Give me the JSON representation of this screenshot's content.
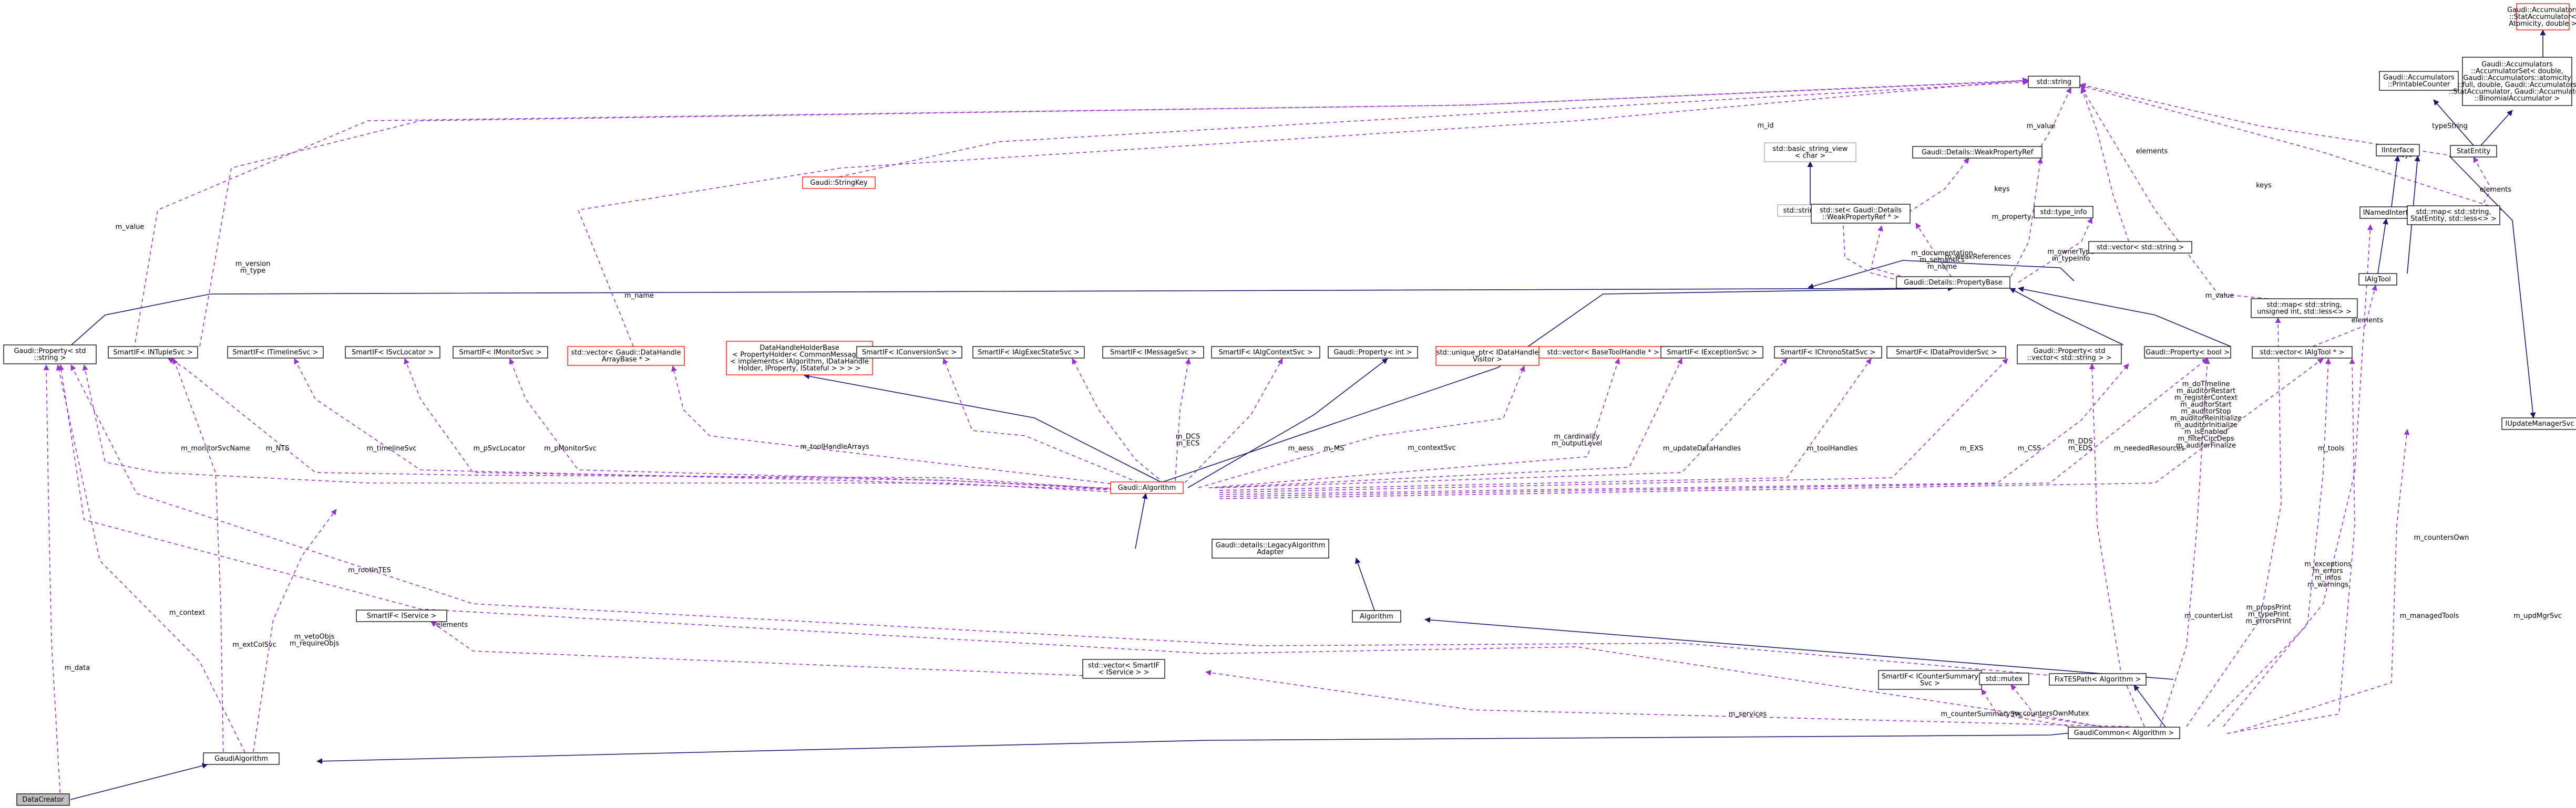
{
  "colors": {
    "inheritance": "#191970",
    "usage": "#9a32cd",
    "node_border": "#000000",
    "undocumented_border": "#ff0000",
    "external_border": "#a0a0a0",
    "root_fill": "#bfbfbf"
  },
  "nodes": {
    "datacreator": [
      "DataCreator"
    ],
    "gaudialgorithm": [
      "GaudiAlgorithm"
    ],
    "prop_string": [
      "Gaudi::Property< std",
      "::string >"
    ],
    "smart_intuple": [
      "SmartIF< INTupleSvc >"
    ],
    "smart_timeline": [
      "SmartIF< ITimelineSvc >"
    ],
    "smart_svclocator": [
      "SmartIF< ISvcLocator >"
    ],
    "smart_monitor": [
      "SmartIF< IMonitorSvc >"
    ],
    "vec_datahandle": [
      "std::vector< Gaudi::DataHandle",
      "ArrayBase * >"
    ],
    "datahandleholder": [
      "DataHandleHolderBase",
      "< PropertyHolder< CommonMessaging",
      "< implements< IAlgorithm, IDataHandle",
      "Holder, IProperty, IStateful > > > >"
    ],
    "smart_conversion": [
      "SmartIF< IConversionSvc >"
    ],
    "smart_algexec": [
      "SmartIF< IAlgExecStateSvc >"
    ],
    "smart_message": [
      "SmartIF< IMessageSvc >"
    ],
    "smart_algcontext": [
      "SmartIF< IAlgContextSvc >"
    ],
    "prop_int": [
      "Gaudi::Property< int >"
    ],
    "unique_visitor": [
      "std::unique_ptr< IDataHandle",
      "Visitor >"
    ],
    "vec_basetoolhandle": [
      "std::vector< BaseToolHandle * >"
    ],
    "smart_exception": [
      "SmartIF< IExceptionSvc >"
    ],
    "smart_chrono": [
      "SmartIF< IChronoStatSvc >"
    ],
    "smart_dataprovider": [
      "SmartIF< IDataProviderSvc >"
    ],
    "prop_vecstring": [
      "Gaudi::Property< std",
      "::vector< std::string > >"
    ],
    "prop_bool": [
      "Gaudi::Property< bool >"
    ],
    "vec_algtool": [
      "std::vector< IAlgTool * >"
    ],
    "gaudi_algorithm": [
      "Gaudi::Algorithm"
    ],
    "legacy_adapter": [
      "Gaudi::details::LegacyAlgorithm",
      "Adapter"
    ],
    "algorithm": [
      "Algorithm"
    ],
    "smart_iservice": [
      "SmartIF< IService >"
    ],
    "vec_smart_iservice": [
      "std::vector< SmartIF",
      "< IService > >"
    ],
    "stringkey": [
      "Gaudi::StringKey"
    ],
    "std_string": [
      "std::string"
    ],
    "basic_string_view": [
      "std::basic_string_view",
      "< char >"
    ],
    "string_view": [
      "std::string_view"
    ],
    "weakpropref": [
      "Gaudi::Details::WeakPropertyRef"
    ],
    "set_weakpropref": [
      "std::set< Gaudi::Details",
      "::WeakPropertyRef * >"
    ],
    "type_info": [
      "std::type_info"
    ],
    "propertybase": [
      "Gaudi::Details::PropertyBase"
    ],
    "vec_string": [
      "std::vector< std::string >"
    ],
    "map_string_uint": [
      "std::map< std::string,",
      "unsigned int, std::less<> >"
    ],
    "ialgtool": [
      "IAlgTool"
    ],
    "inamedinterface": [
      "INamedInterface"
    ],
    "interface": [
      "IInterface"
    ],
    "printablecounter": [
      "Gaudi::Accumulators",
      "::PrintableCounter"
    ],
    "statentity": [
      "StatEntity"
    ],
    "accumulatorset": [
      "Gaudi::Accumulators",
      "::AccumulatorSet< double,",
      "Gaudi::Accumulators::atomicity",
      "::full, double, Gaudi::Accumulators",
      "::StatAccumulator, Gaudi::Accumulators",
      "::BinomialAccumulator >"
    ],
    "stataccumulator": [
      "Gaudi::Accumulators",
      "::StatAccumulator<",
      "Atomicity, double >"
    ],
    "map_string_statentity": [
      "std::map< std::string,",
      "StatEntity, std::less<> >"
    ],
    "iupdatemanagersvc": [
      "IUpdateManagerSvc"
    ],
    "smart_icounter": [
      "SmartIF< ICounterSummary",
      "Svc >"
    ],
    "std_mutex": [
      "std::mutex"
    ],
    "fixtespath": [
      "FixTESPath< Algorithm >"
    ],
    "gaudicommon": [
      "GaudiCommon< Algorithm >"
    ]
  },
  "edge_labels": {
    "m_data": [
      "m_data"
    ],
    "m_context": [
      "m_context"
    ],
    "m_extcollsvc": [
      "m_extColSvc"
    ],
    "m_vetoobjs": [
      "m_vetoObjs",
      "m_requireObjs"
    ],
    "m_roottes": [
      "m_rootInTES"
    ],
    "m_monitorsvcname": [
      "m_monitorSvcName"
    ],
    "m_nts": [
      "m_NTS"
    ],
    "m_timelinesvc": [
      "m_timelineSvc"
    ],
    "m_psvclocator": [
      "m_pSvcLocator"
    ],
    "m_pmonitorsvc": [
      "m_pMonitorSvc"
    ],
    "m_toolhandlearrays": [
      "m_toolHandleArrays"
    ],
    "m_dcs": [
      "m_DCS",
      "m_ECS"
    ],
    "m_aess": [
      "m_aess"
    ],
    "m_ms": [
      "m_MS"
    ],
    "m_contextsvc": [
      "m_contextSvc"
    ],
    "m_cardinality": [
      "m_cardinality",
      "m_outputLevel"
    ],
    "m_updatedatahandles": [
      "m_updateDataHandles"
    ],
    "m_toolhandles": [
      "m_toolHandles"
    ],
    "m_exs": [
      "m_EXS"
    ],
    "m_css": [
      "m_CSS"
    ],
    "m_dds": [
      "m_DDS",
      "m_EDS"
    ],
    "m_neededresources": [
      "m_neededResources"
    ],
    "m_dotimeline": [
      "m_doTimeline",
      "m_auditorRestart",
      "m_registerContext",
      "m_auditorStart",
      "m_auditorStop",
      "m_auditorReinitialize",
      "m_auditorInitialize",
      "m_isEnabled",
      "m_filterCircDeps",
      "m_auditorFinalize"
    ],
    "m_name": [
      "m_name"
    ],
    "m_version": [
      "m_version",
      "m_type"
    ],
    "m_value_left": [
      "m_value"
    ],
    "m_id": [
      "m_id"
    ],
    "m_documentation": [
      "m_documentation",
      "m_semantics",
      "m_name"
    ],
    "m_weakreferences": [
      "m_weakReferences"
    ],
    "keys_set": [
      "keys"
    ],
    "m_property": [
      "m_property"
    ],
    "m_ownertype": [
      "m_ownerType",
      "m_typeInfo"
    ],
    "m_value_weak": [
      "m_value"
    ],
    "elements_vec": [
      "elements"
    ],
    "m_value_vec": [
      "m_value"
    ],
    "keys_map1": [
      "keys"
    ],
    "typestring": [
      "typeString"
    ],
    "keys_map2": [
      "keys"
    ],
    "elements_map2": [
      "elements"
    ],
    "elements_algtool": [
      "elements"
    ],
    "m_tools": [
      "m_tools"
    ],
    "m_exceptions": [
      "m_exceptions",
      "m_errors",
      "m_infos",
      "m_warnings"
    ],
    "m_countersown": [
      "m_countersOwn"
    ],
    "m_managedtools": [
      "m_managedTools"
    ],
    "m_updmgrsvc": [
      "m_updMgrSvc"
    ],
    "m_counterlist": [
      "m_counterList"
    ],
    "m_propsprint": [
      "m_propsPrint",
      "m_typePrint",
      "m_errorsPrint"
    ],
    "m_services": [
      "m_services"
    ],
    "m_countersummarysvc": [
      "m_counterSummarySvc"
    ],
    "m_countersownmutex": [
      "m_countersOwnMutex"
    ],
    "elements_iservice": [
      "elements"
    ]
  }
}
